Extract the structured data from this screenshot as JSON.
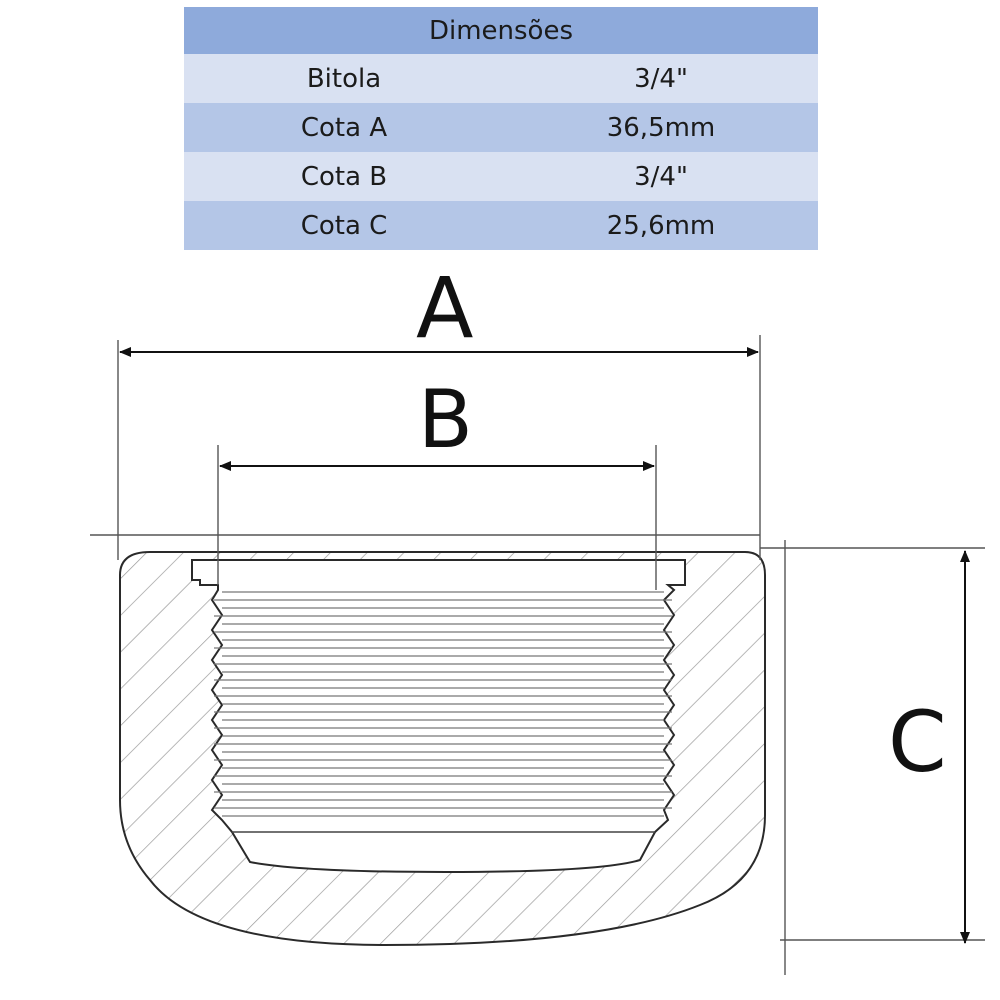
{
  "table": {
    "title": "Dimensões",
    "rows": [
      {
        "label": "Bitola",
        "value": "3/4\""
      },
      {
        "label": "Cota A",
        "value": "36,5mm"
      },
      {
        "label": "Cota B",
        "value": "3/4\""
      },
      {
        "label": "Cota C",
        "value": "25,6mm"
      }
    ]
  },
  "drawing": {
    "labels": {
      "a": "A",
      "b": "B",
      "c": "C"
    }
  },
  "colors": {
    "header_bg": "#8eaadb",
    "row_light": "#d9e1f2",
    "row_dark": "#b4c6e7",
    "outline": "#2a2a2a",
    "hatch": "#9a9a9a",
    "thread": "#777777"
  }
}
